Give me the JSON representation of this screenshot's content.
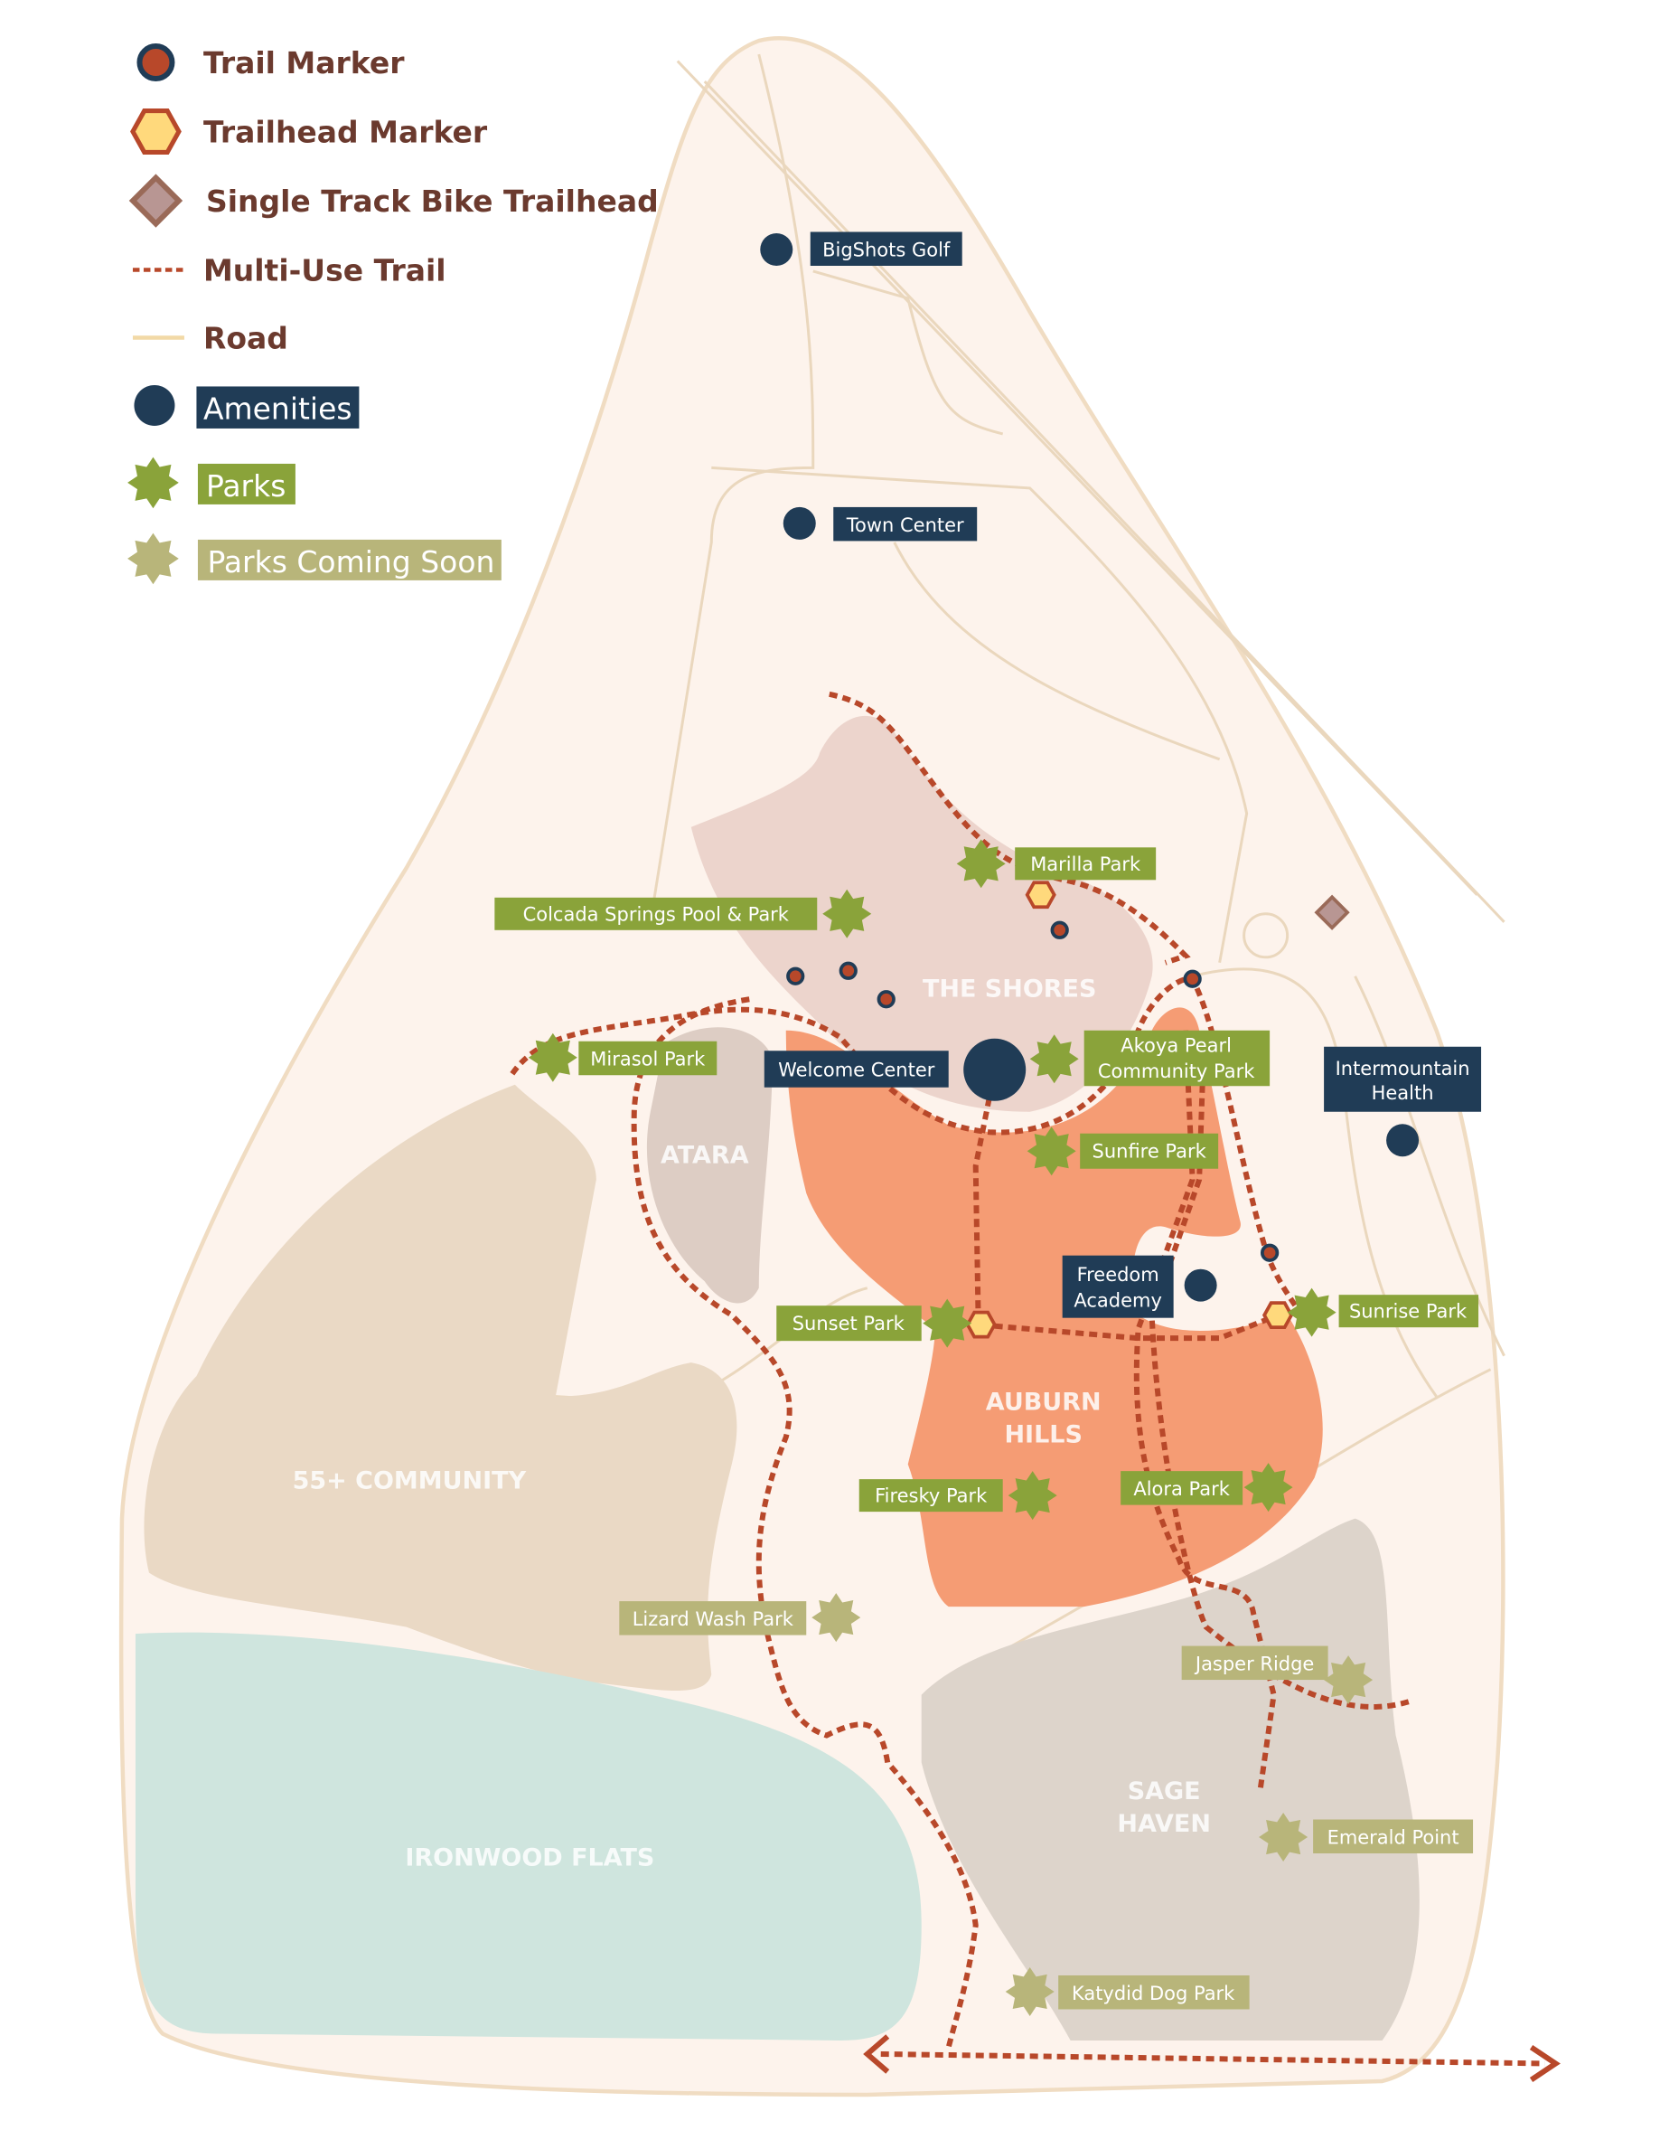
{
  "legend": {
    "trail_marker": "Trail Marker",
    "trailhead_marker": "Trailhead Marker",
    "bike_trailhead": "Single Track Bike Trailhead",
    "multi_use_trail": "Multi-Use Trail",
    "road": "Road",
    "amenities": "Amenities",
    "parks": "Parks",
    "parks_coming_soon": "Parks Coming Soon"
  },
  "areas": {
    "shores": "THE SHORES",
    "atara": "ATARA",
    "auburn_1": "AUBURN",
    "auburn_2": "HILLS",
    "community55": "55+ COMMUNITY",
    "ironwood": "IRONWOOD FLATS",
    "sage_1": "SAGE",
    "sage_2": "HAVEN"
  },
  "amenities": {
    "bigshots": "BigShots Golf",
    "town_center": "Town Center",
    "welcome_center": "Welcome Center",
    "intermountain_1": "Intermountain",
    "intermountain_2": "Health",
    "freedom_1": "Freedom",
    "freedom_2": "Academy"
  },
  "parks": {
    "marilla": "Marilla Park",
    "colcada": "Colcada Springs Pool & Park",
    "mirasol": "Mirasol Park",
    "akoya_1": "Akoya Pearl",
    "akoya_2": "Community Park",
    "sunfire": "Sunfire Park",
    "sunset": "Sunset Park",
    "sunrise": "Sunrise Park",
    "firesky": "Firesky Park",
    "alora": "Alora Park"
  },
  "parks_soon": {
    "lizard": "Lizard Wash Park",
    "jasper": "Jasper Ridge",
    "emerald": "Emerald Point",
    "katydid": "Katydid Dog Park"
  },
  "colors": {
    "amenity": "#203c56",
    "park": "#8aa33a",
    "park_soon": "#b8b57a",
    "trail": "#b8482a",
    "shores": "#ecd4cc",
    "auburn": "#f59c74",
    "ironwood": "#cfe5de",
    "sage": "#ddd4cb",
    "community55": "#ead9c5"
  }
}
